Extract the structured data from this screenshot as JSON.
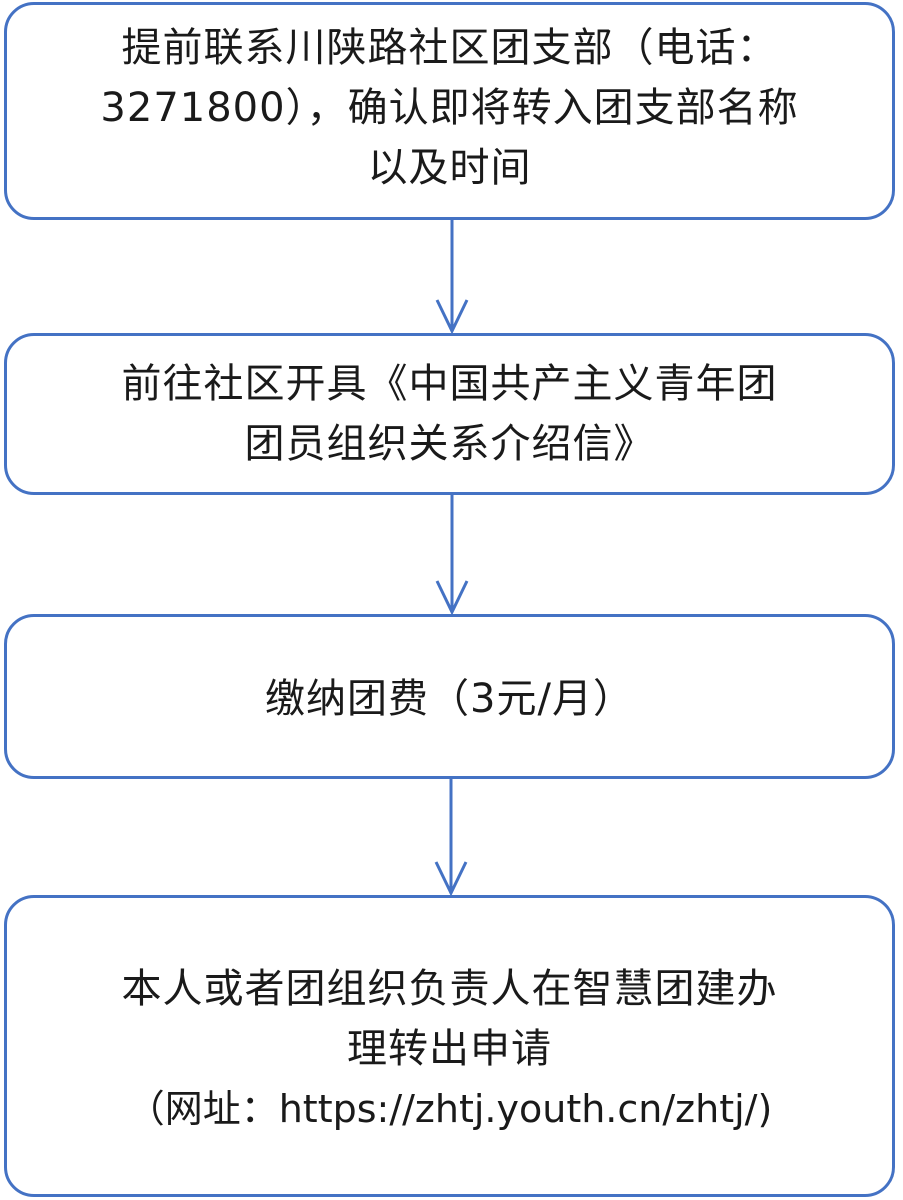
{
  "diagram": {
    "type": "flowchart",
    "direction": "top-to-bottom",
    "accent_color": "#4472c4",
    "steps": [
      {
        "id": "step-1",
        "lines": [
          "提前联系川陕路社区团支部（电话：",
          "3271800），确认即将转入团支部名称",
          "以及时间"
        ]
      },
      {
        "id": "step-2",
        "lines": [
          "前往社区开具《中国共产主义青年团",
          "团员组织关系介绍信》"
        ]
      },
      {
        "id": "step-3",
        "lines": [
          "缴纳团费（3元/月）"
        ]
      },
      {
        "id": "step-4",
        "lines": [
          "本人或者团组织负责人在智慧团建办",
          "理转出申请",
          "（网址：https://zhtj.youth.cn/zhtj/)"
        ]
      }
    ],
    "connectors": [
      {
        "from": "step-1",
        "to": "step-2",
        "icon": "arrow-down-icon"
      },
      {
        "from": "step-2",
        "to": "step-3",
        "icon": "arrow-down-icon"
      },
      {
        "from": "step-3",
        "to": "step-4",
        "icon": "arrow-down-icon"
      }
    ]
  }
}
